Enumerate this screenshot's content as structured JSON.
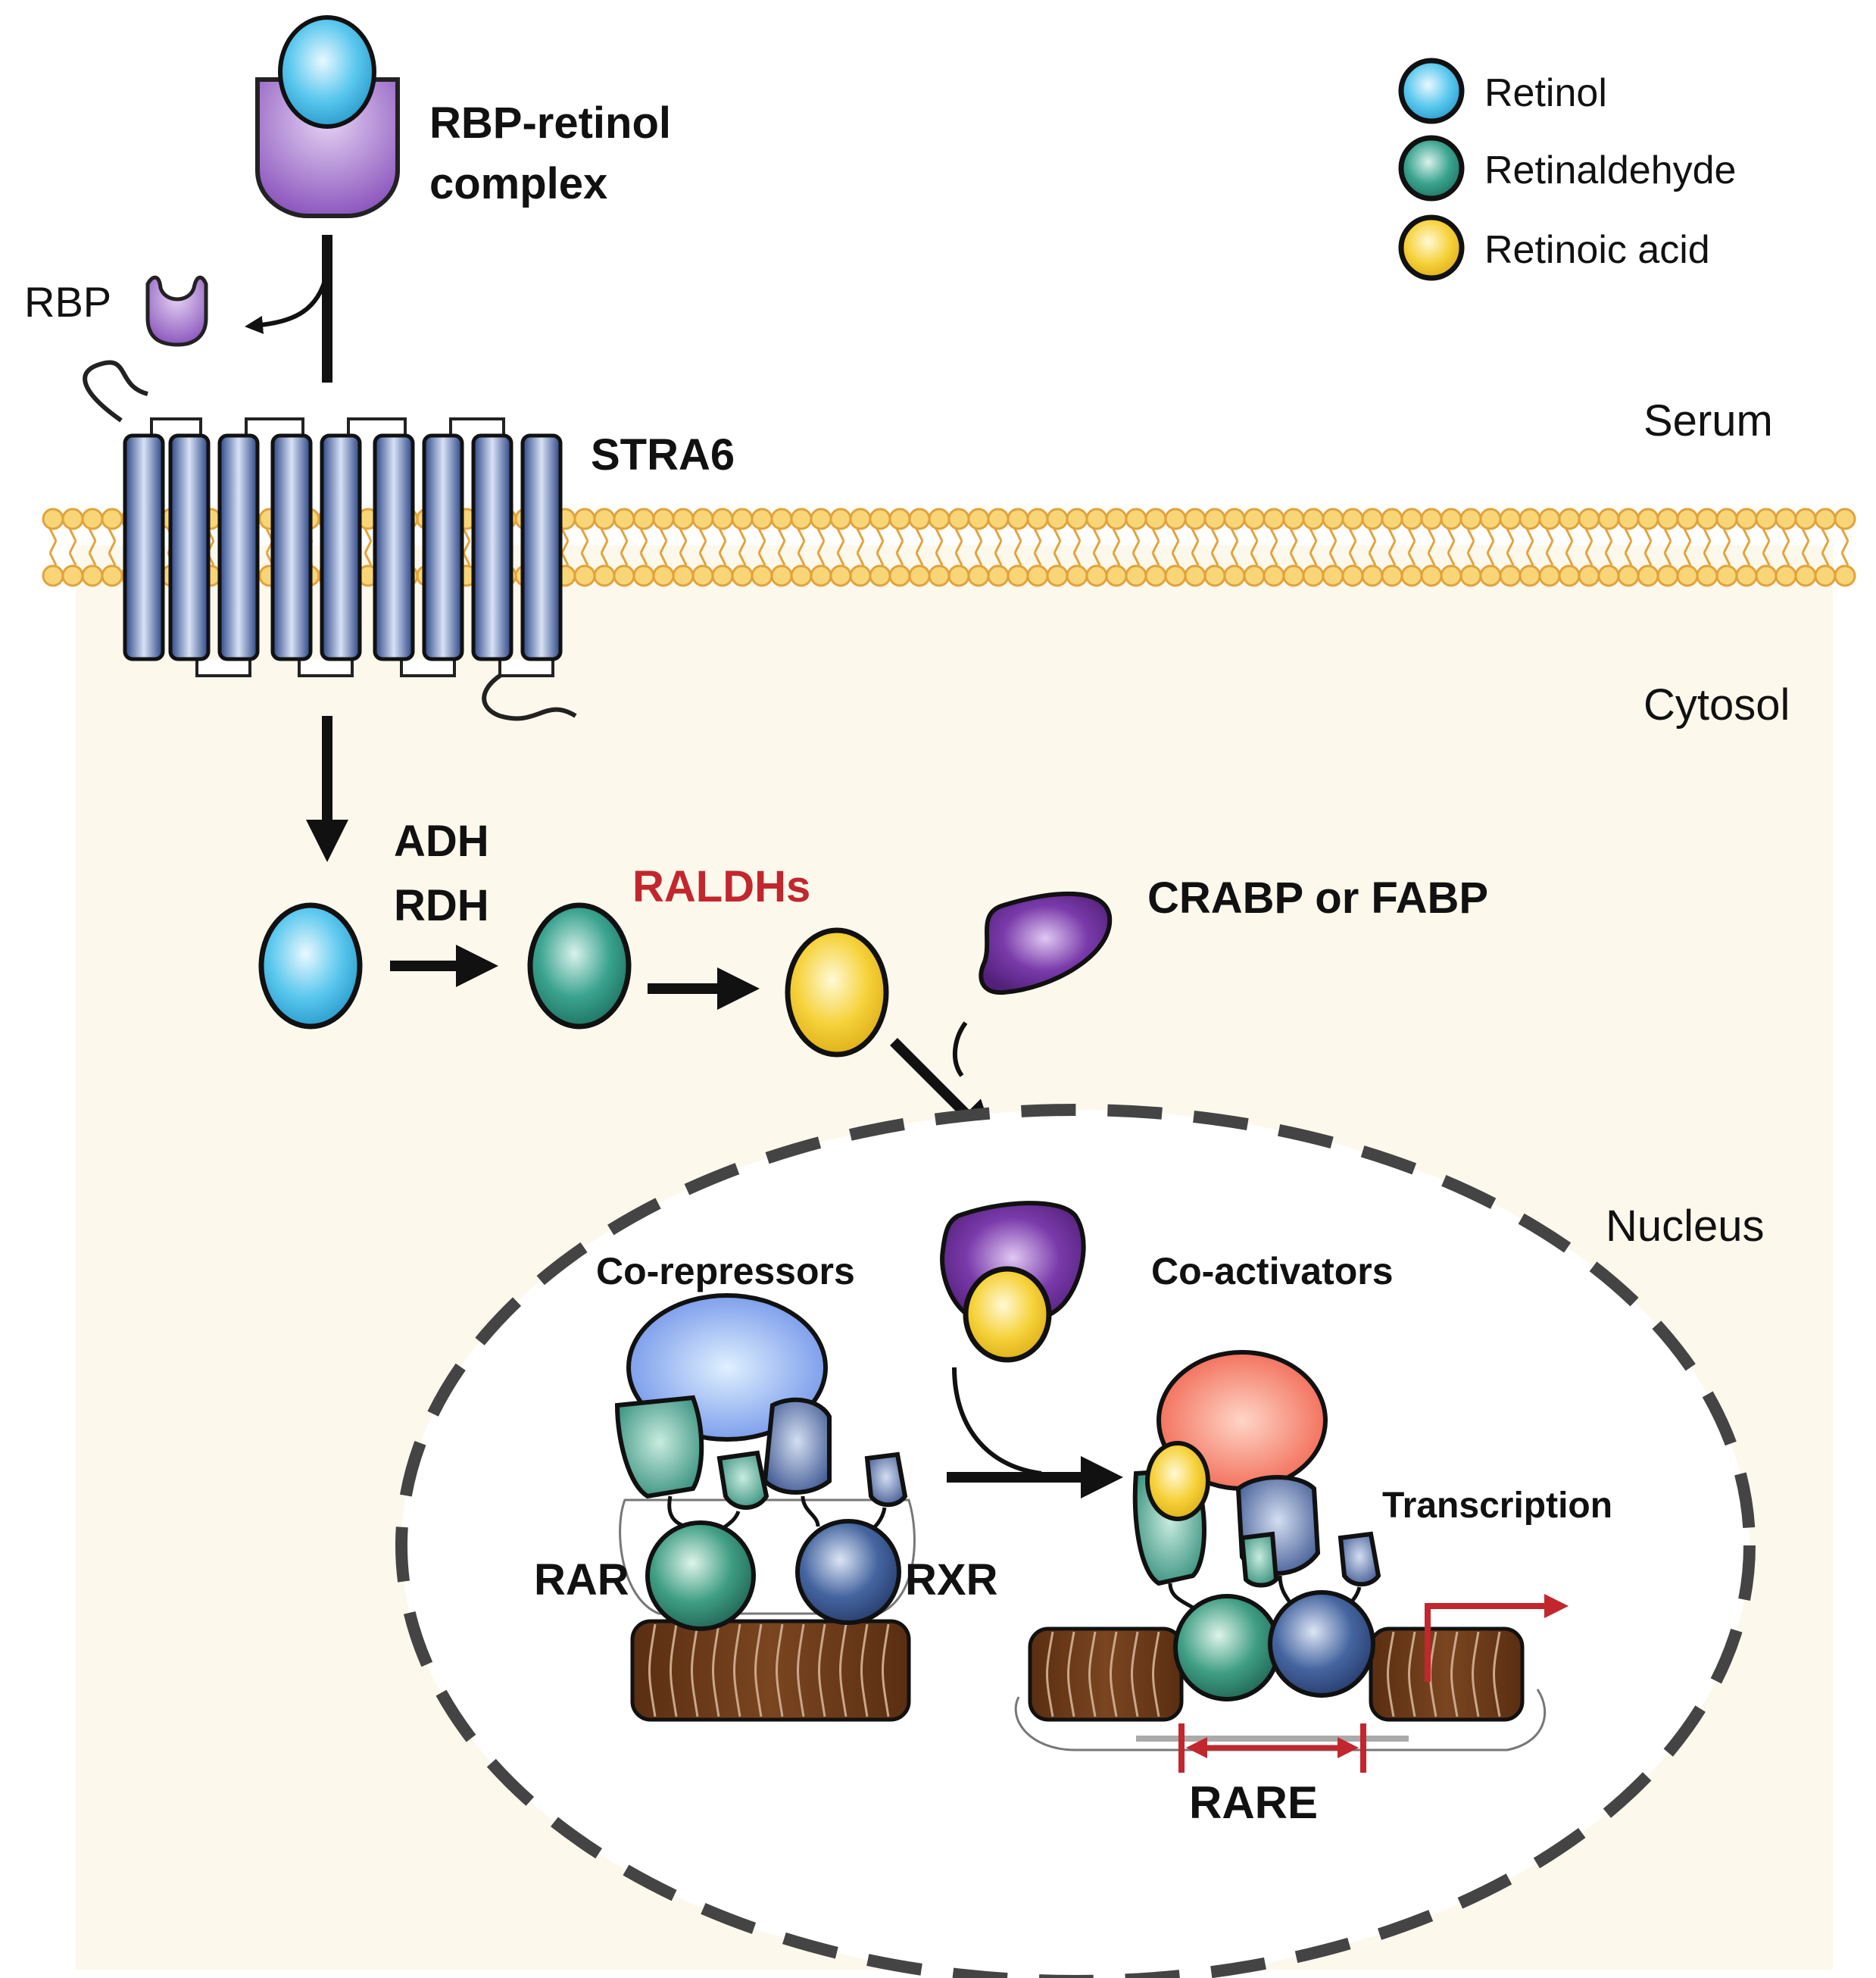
{
  "labels": {
    "rbp_retinol_line1": "RBP-retinol",
    "rbp_retinol_line2": "complex",
    "rbp": "RBP",
    "stra6": "STRA6",
    "serum": "Serum",
    "cytosol": "Cytosol",
    "adh": "ADH",
    "rdh": "RDH",
    "raldhs": "RALDHs",
    "crabp_fabp": "CRABP  or  FABP",
    "nucleus": "Nucleus",
    "co_repressors": "Co-repressors",
    "co_activators": "Co-activators",
    "rar": "RAR",
    "rxr": "RXR",
    "transcription": "Transcription",
    "rare": "RARE"
  },
  "legend": [
    {
      "label": "Retinol",
      "color": "#5bc8ee"
    },
    {
      "label": "Retinaldehyde",
      "color": "#3aa38f"
    },
    {
      "label": "Retinoic acid",
      "color": "#f6d23b"
    }
  ],
  "colors": {
    "retinol": "#5bc8ee",
    "retinaldehyde": "#3aa38f",
    "retinoic_acid": "#f6d23b",
    "rbp_purple": "#9d6cc9",
    "crabp_purple": "#6a2c96",
    "stra6_blue": "#3d5a9c",
    "membrane": "#e3a23b",
    "cytosol_bg": "#fdf8ec",
    "raldhs_red": "#c1272d",
    "rare_red": "#c1272d",
    "chromatin": "#6b3a1a"
  }
}
